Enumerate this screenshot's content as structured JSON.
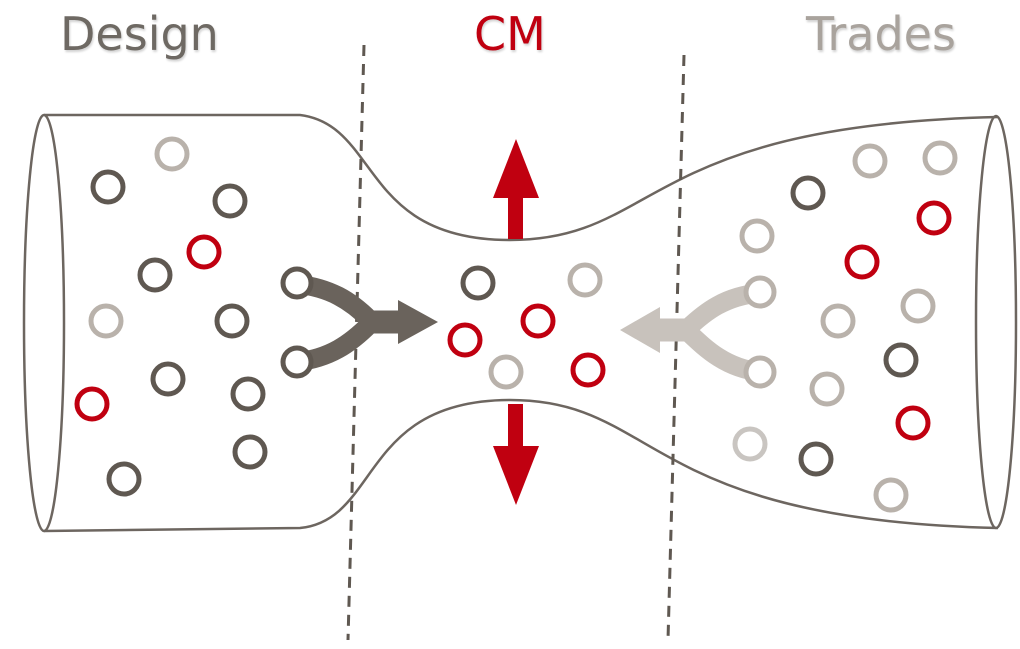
{
  "labels": {
    "design": "Design",
    "cm": "CM",
    "trades": "Trades"
  },
  "colors": {
    "dark": "#5f5851",
    "light": "#b9b2ab",
    "lighter": "#c9c5c1",
    "red": "#c00010",
    "outline": "#6d6660",
    "divider": "#5f5851"
  },
  "icons": {
    "merge_left": "merge-arrow-right-icon",
    "merge_right": "merge-arrow-left-icon",
    "expand_up": "arrow-up-icon",
    "expand_down": "arrow-down-icon"
  }
}
